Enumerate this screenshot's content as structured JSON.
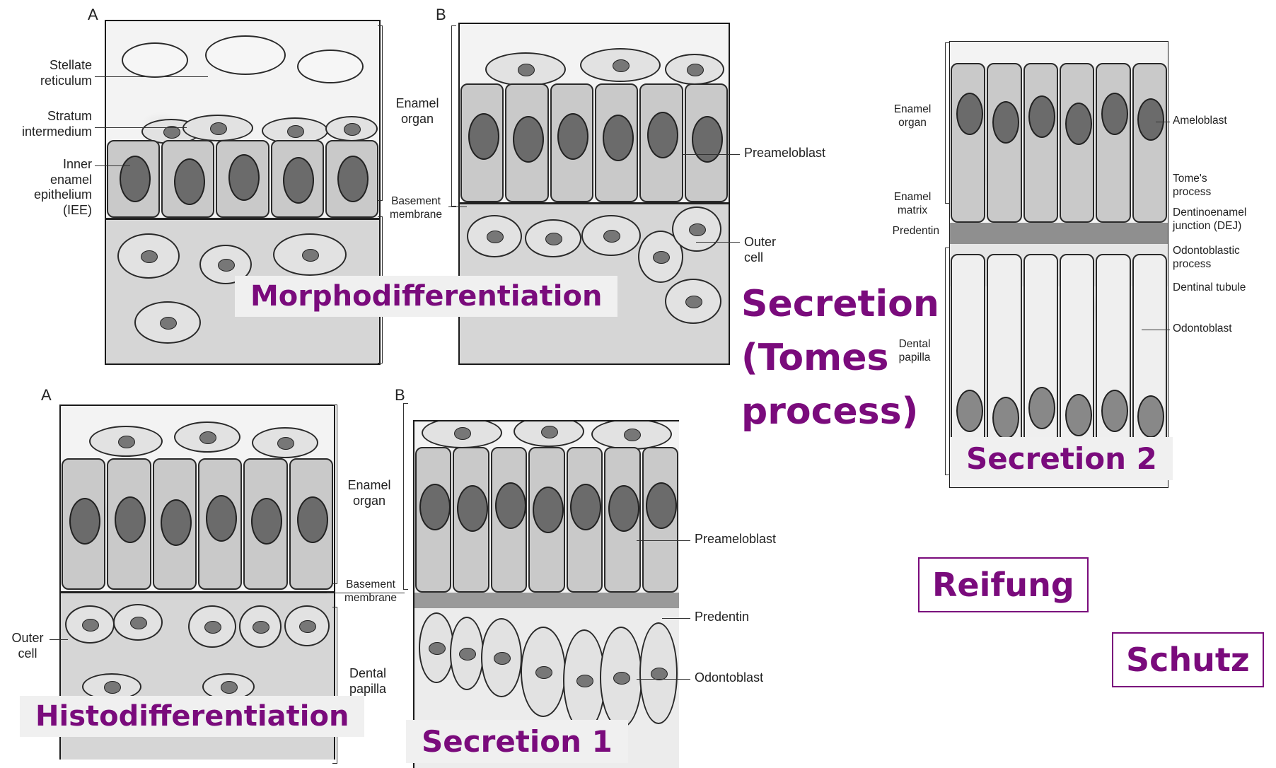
{
  "panel_top_a": {
    "letter": "A",
    "labels": {
      "stellate": "Stellate\nreticulum",
      "stratum": "Stratum\nintermedium",
      "iee": "Inner\nenamel\nepithelium\n(IEE)"
    }
  },
  "panel_top_b": {
    "letter": "B",
    "labels": {
      "enamel_organ": "Enamel\norgan",
      "basement": "Basement\nmembrane",
      "preameloblast": "Preameloblast",
      "outer_cell": "Outer\ncell"
    }
  },
  "panel_bottom_a": {
    "letter": "A",
    "labels": {
      "enamel_organ": "Enamel\norgan",
      "basement": "Basement\nmembrane",
      "outer_cell": "Outer\ncell",
      "dental_papilla": "Dental\npapilla"
    }
  },
  "panel_bottom_b": {
    "letter": "B",
    "labels": {
      "preameloblast": "Preameloblast",
      "predentin": "Predentin",
      "odontoblast": "Odontoblast"
    }
  },
  "panel_right": {
    "labels": {
      "enamel_organ": "Enamel\norgan",
      "enamel_matrix": "Enamel\nmatrix",
      "predentin": "Predentin",
      "dental_papilla": "Dental\npapilla",
      "ameloblast": "Ameloblast",
      "tomes": "Tome's\nprocess",
      "dej": "Dentinoenamel\njunction (DEJ)",
      "odontoblastic": "Odontoblastic\nprocess",
      "dentinal_tubule": "Dentinal tubule",
      "odontoblast": "Odontoblast"
    }
  },
  "stages": {
    "morphodifferentiation": "Morphodifferentiation",
    "secretion_tomes": "Secretion\n(Tomes\nprocess)",
    "secretion_2": "Secretion 2",
    "histodifferentiation": "Histodifferentiation",
    "secretion_1": "Secretion 1",
    "reifung": "Reifung",
    "schutz": "Schutz"
  },
  "colors": {
    "accent": "#7a0b7c"
  }
}
